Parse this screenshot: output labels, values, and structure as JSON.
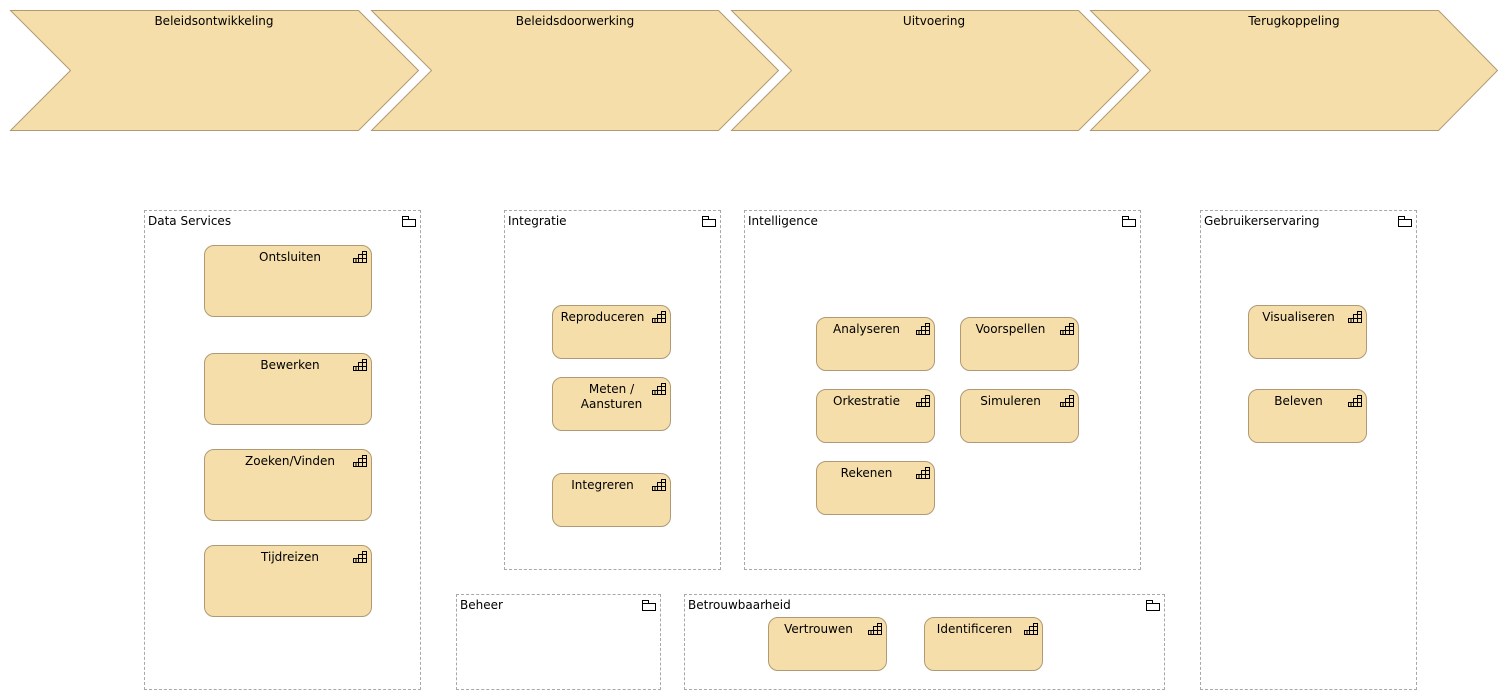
{
  "colors": {
    "element_fill": "#f5dea9",
    "element_border": "#b09a73",
    "group_border": "#a8a8a8",
    "background": "#ffffff"
  },
  "value_stream": [
    {
      "label": "Beleidsontwikkeling"
    },
    {
      "label": "Beleidsdoorwerking"
    },
    {
      "label": "Uitvoering"
    },
    {
      "label": "Terugkoppeling"
    }
  ],
  "groups": {
    "data_services": {
      "label": "Data Services",
      "icon": "folder-icon",
      "functions": [
        {
          "label": "Ontsluiten",
          "icon": "function-icon"
        },
        {
          "label": "Bewerken",
          "icon": "function-icon"
        },
        {
          "label": "Zoeken/Vinden",
          "icon": "function-icon"
        },
        {
          "label": "Tijdreizen",
          "icon": "function-icon"
        }
      ]
    },
    "integratie": {
      "label": "Integratie",
      "icon": "folder-icon",
      "functions": [
        {
          "label": "Reproduceren",
          "icon": "function-icon"
        },
        {
          "label": "Meten / Aansturen",
          "icon": "function-icon"
        },
        {
          "label": "Integreren",
          "icon": "function-icon"
        }
      ]
    },
    "intelligence": {
      "label": "Intelligence",
      "icon": "folder-icon",
      "functions": [
        {
          "label": "Analyseren",
          "icon": "function-icon"
        },
        {
          "label": "Voorspellen",
          "icon": "function-icon"
        },
        {
          "label": "Orkestratie",
          "icon": "function-icon"
        },
        {
          "label": "Simuleren",
          "icon": "function-icon"
        },
        {
          "label": "Rekenen",
          "icon": "function-icon"
        }
      ]
    },
    "gebruikerservaring": {
      "label": "Gebruikerservaring",
      "icon": "folder-icon",
      "functions": [
        {
          "label": "Visualiseren",
          "icon": "function-icon"
        },
        {
          "label": "Beleven",
          "icon": "function-icon"
        }
      ]
    },
    "beheer": {
      "label": "Beheer",
      "icon": "folder-icon",
      "functions": []
    },
    "betrouwbaarheid": {
      "label": "Betrouwbaarheid",
      "icon": "folder-icon",
      "functions": [
        {
          "label": "Vertrouwen",
          "icon": "function-icon"
        },
        {
          "label": "Identificeren",
          "icon": "function-icon"
        }
      ]
    }
  }
}
